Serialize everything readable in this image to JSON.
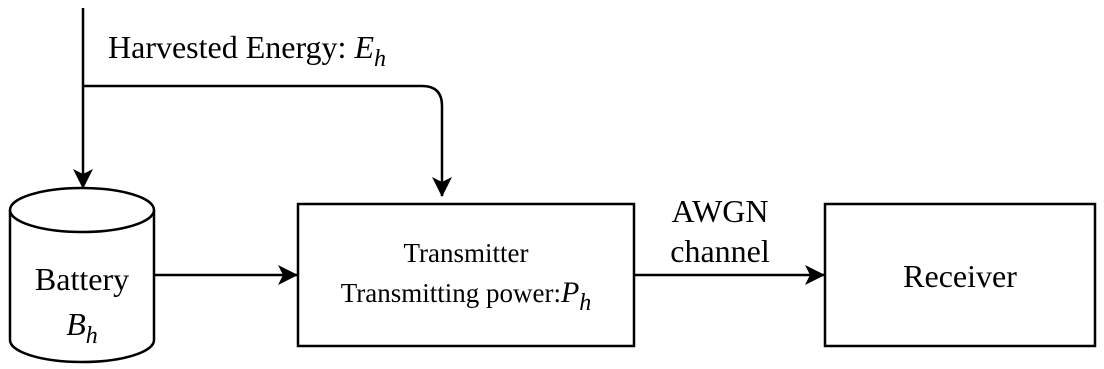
{
  "energy_label": {
    "prefix": "Harvested Energy: ",
    "symbol": "E",
    "subscript": "h"
  },
  "battery": {
    "label": "Battery",
    "symbol": "B",
    "subscript": "h"
  },
  "transmitter": {
    "line1": "Transmitter",
    "line2_prefix": "Transmitting power:",
    "symbol": "P",
    "subscript": "h"
  },
  "channel": {
    "line1": "AWGN",
    "line2": "channel"
  },
  "receiver": {
    "label": "Receiver"
  }
}
